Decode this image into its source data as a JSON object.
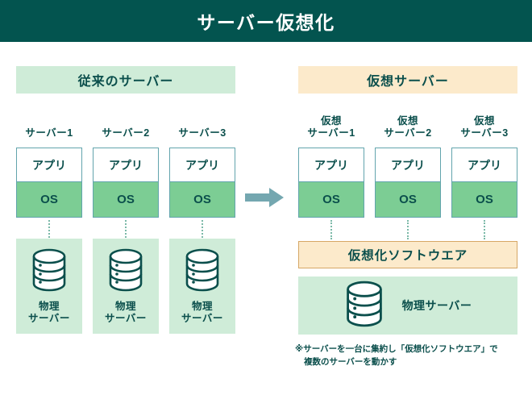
{
  "title": "サーバー仮想化",
  "panels": {
    "left": {
      "header": "従来のサーバー",
      "columns": [
        {
          "label": "サーバー1",
          "app": "アプリ",
          "os": "OS",
          "physical": "物理\nサーバー"
        },
        {
          "label": "サーバー2",
          "app": "アプリ",
          "os": "OS",
          "physical": "物理\nサーバー"
        },
        {
          "label": "サーバー3",
          "app": "アプリ",
          "os": "OS",
          "physical": "物理\nサーバー"
        }
      ],
      "physical_label_line1": "物理",
      "physical_label_line2": "サーバー"
    },
    "right": {
      "header": "仮想サーバー",
      "columns": [
        {
          "label_line1": "仮想",
          "label_line2": "サーバー1",
          "app": "アプリ",
          "os": "OS"
        },
        {
          "label_line1": "仮想",
          "label_line2": "サーバー2",
          "app": "アプリ",
          "os": "OS"
        },
        {
          "label_line1": "仮想",
          "label_line2": "サーバー3",
          "app": "アプリ",
          "os": "OS"
        }
      ],
      "virtualization_software": "仮想化ソフトウエア",
      "physical_server": "物理サーバー",
      "footnote_line1": "※サーバーを一台に集約し「仮想化ソフトウエア」で",
      "footnote_line2": "複数のサーバーを動かす"
    }
  },
  "icons": {
    "arrow": "arrow-right-icon",
    "database": "database-cylinder-icon"
  },
  "colors": {
    "title_bar": "#03544f",
    "header_green": "#cfecd8",
    "header_peach": "#fceacb",
    "os_green": "#7ccd94",
    "border_teal": "#62a4ad",
    "border_orange": "#d6a765",
    "arrow": "#74a7b0",
    "text_dark": "#0b4f4c"
  }
}
